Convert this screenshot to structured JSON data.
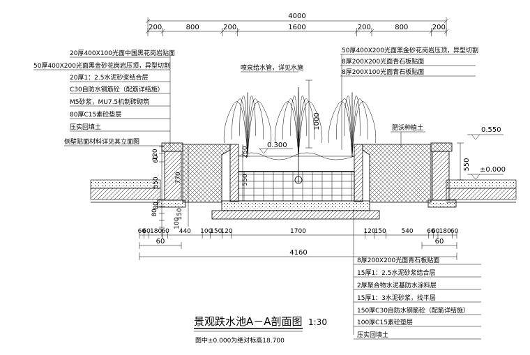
{
  "dimensions": {
    "top_total": "4000",
    "top_segments": [
      "200",
      "800",
      "200",
      "1600",
      "200",
      "800",
      "200"
    ],
    "bottom_segments": [
      "60",
      "60",
      "180",
      "60",
      "440",
      "100",
      "150",
      "120",
      "1700",
      "120",
      "150",
      "540",
      "60",
      "60",
      "180",
      "60"
    ],
    "bottom_sub_left": "60",
    "bottom_sub_right": "60",
    "bottom_total": "4160",
    "left_vertical": [
      "120",
      "60",
      "550",
      "770",
      "80",
      "80",
      "100",
      "150"
    ],
    "inner_left_vertical": [
      "250",
      "550"
    ],
    "right_vertical": "550",
    "jet_height": "1000"
  },
  "elevations": {
    "water_level": "0.300",
    "top_right": "0.550",
    "ground": "±0.000"
  },
  "left_labels": [
    "20厚400X100光面中国黑花岗岩贴面",
    "50厚400X200光面黑金砂花岗岩压顶，异型切割",
    "20厚1：2.5水泥砂浆结合层",
    "C30自防水钢筋砼（配筋详结施）",
    "M5砂浆，MU7.5机制砖砌筑",
    "80厚C15素砼垫层",
    "压实回填土"
  ],
  "left_side_label": "侧壁贴面材料详见其立面图",
  "center_top_label": "喷泉给水管，详见水施",
  "right_top_labels": [
    "50厚400X200光面黑金砂花岗岩压顶，异型切割",
    "8厚200X200光面青石板贴面",
    "8厚200X100光面青石板贴面"
  ],
  "planting_label": "肥沃种植土",
  "bottom_labels": [
    "8厚200X200光面青石板贴面",
    "15厚1：2.5水泥砂浆结合层",
    "2厚聚合物水泥基防水涂料层",
    "15厚1：3水泥砂浆，找平层",
    "150厚C30自防水钢筋砼（配筋详结施）",
    "100厚C15素砼垫层",
    "压实回填土"
  ],
  "title": "景观跌水池A－A剖面图",
  "scale": "1:30",
  "note": "图中±0.000为绝对标高18.700"
}
